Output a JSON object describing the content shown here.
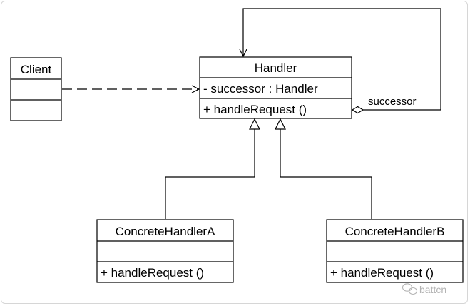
{
  "classes": {
    "client": {
      "name": "Client"
    },
    "handler": {
      "name": "Handler",
      "attribute": "- successor : Handler",
      "method": "+ handleRequest ()"
    },
    "concrete_a": {
      "name": "ConcreteHandlerA",
      "method": "+ handleRequest ()"
    },
    "concrete_b": {
      "name": "ConcreteHandlerB",
      "method": "+ handleRequest ()"
    }
  },
  "association_label": "successor",
  "watermark": "battcn"
}
